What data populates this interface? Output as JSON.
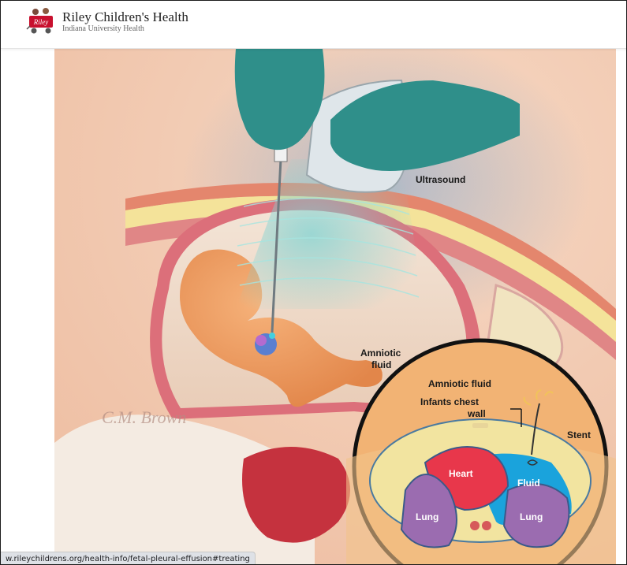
{
  "header": {
    "brand_name": "Riley Children's Health",
    "brand_sub": "Indiana University Health",
    "logo_icon": "riley-wagon-logo",
    "logo_badge": "Riley"
  },
  "illustration": {
    "label_ultrasound": "Ultrasound",
    "label_amniotic_1": "Amniotic",
    "label_amniotic_2": "fluid",
    "signature": "C.M. Brown",
    "inset": {
      "label_amniotic_fluid": "Amniotic fluid",
      "label_chest_wall_1": "Infants chest",
      "label_chest_wall_2": "wall",
      "label_stent": "Stent",
      "label_heart": "Heart",
      "label_fluid": "Fluid",
      "label_lung_left": "Lung",
      "label_lung_right": "Lung"
    }
  },
  "status_bar": {
    "url": "w.rileychildrens.org/health-info/fetal-pleural-effusion#treating"
  },
  "colors": {
    "glove": "#2f8f8a",
    "skin": "#e8a88a",
    "fluid": "#1aa3dc",
    "heart": "#e8374b",
    "lung": "#9b6cb0"
  }
}
